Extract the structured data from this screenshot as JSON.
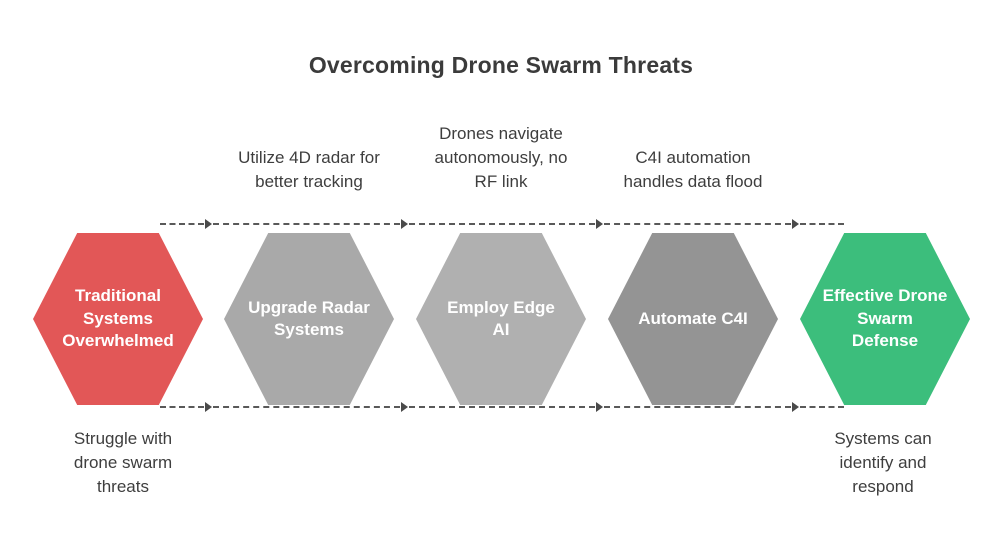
{
  "title": "Overcoming Drone Swarm Threats",
  "flow": {
    "direction": "left-to-right",
    "arrow_color": "#4a4a4a"
  },
  "steps": [
    {
      "label": "Traditional Systems Overwhelmed",
      "fill": "#e25757",
      "text_color": "#ffffff",
      "annotation": "Struggle with drone swarm threats",
      "annotation_position": "below"
    },
    {
      "label": "Upgrade Radar Systems",
      "fill": "#a9a9a9",
      "text_color": "#ffffff",
      "annotation": "Utilize 4D radar for better tracking",
      "annotation_position": "above"
    },
    {
      "label": "Employ Edge AI",
      "fill": "#b0b0b0",
      "text_color": "#ffffff",
      "annotation": "Drones navigate autonomously, no RF link",
      "annotation_position": "above"
    },
    {
      "label": "Automate C4I",
      "fill": "#949494",
      "text_color": "#ffffff",
      "annotation": "C4I automation handles data flood",
      "annotation_position": "above"
    },
    {
      "label": "Effective Drone Swarm Defense",
      "fill": "#3cbe7c",
      "text_color": "#ffffff",
      "annotation": "Systems can identify and respond",
      "annotation_position": "below"
    }
  ]
}
